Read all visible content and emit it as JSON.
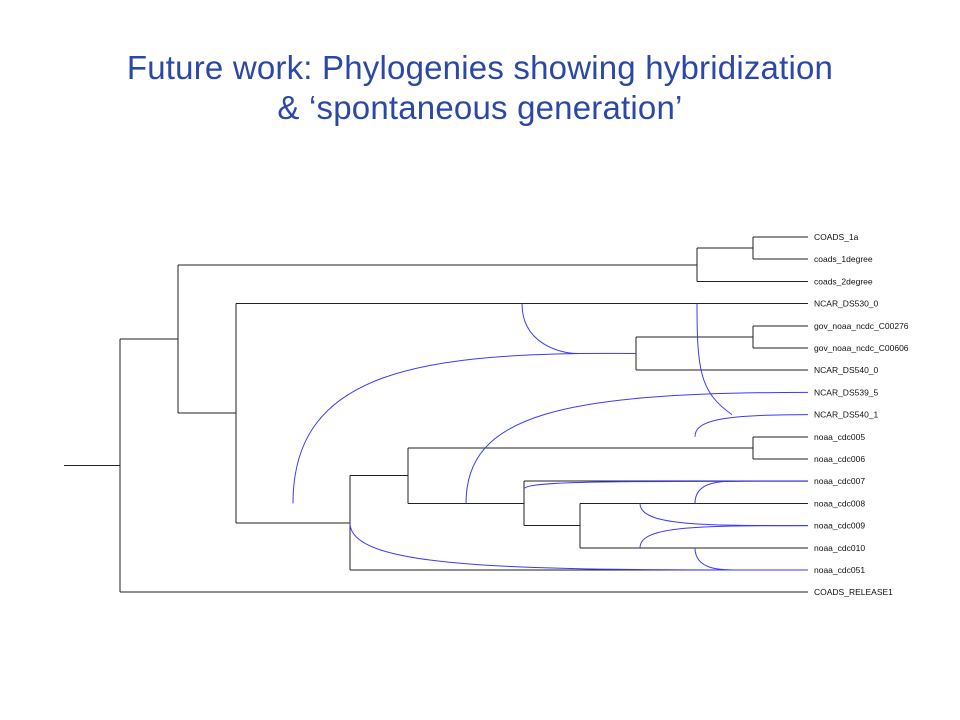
{
  "slide": {
    "title_line1": "Future work: Phylogenies showing hybridization",
    "title_line2": "& ‘spontaneous generation’"
  },
  "colors": {
    "title": "#2b48a8",
    "tree_edges": "#222222",
    "hybrid_edges": "#3a3aff"
  },
  "tree": {
    "leaves": [
      "COADS_1a",
      "coads_1degree",
      "coads_2degree",
      "NCAR_DS530_0",
      "gov_noaa_ncdc_C00276",
      "gov_noaa_ncdc_C00606",
      "NCAR_DS540_0",
      "NCAR_DS539_5",
      "NCAR_DS540_1",
      "noaa_cdc005",
      "noaa_cdc006",
      "noaa_cdc007",
      "noaa_cdc008",
      "noaa_cdc009",
      "noaa_cdc010",
      "noaa_cdc051",
      "COADS_RELEASE1"
    ]
  }
}
